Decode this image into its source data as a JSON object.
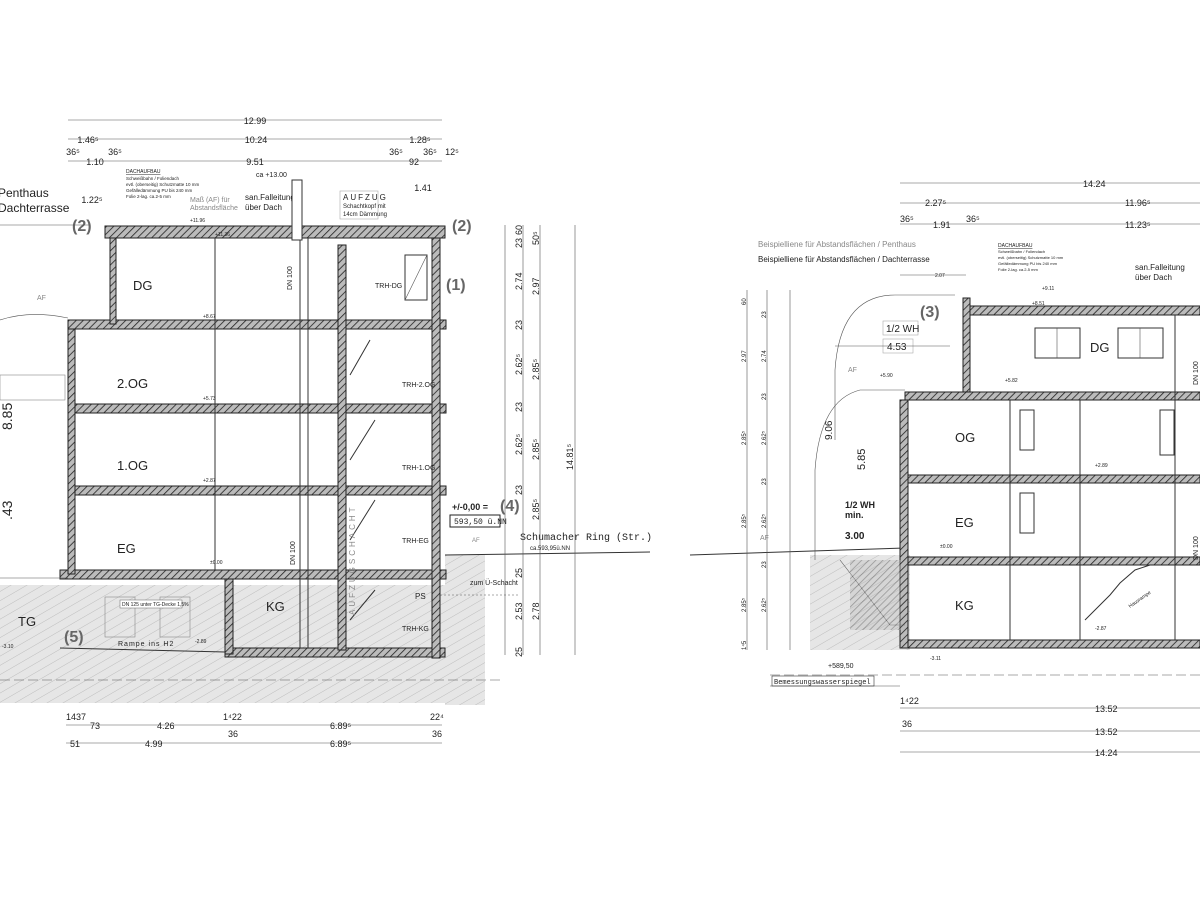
{
  "left_section": {
    "dims_top": [
      "12.99",
      "1.46⁵",
      "10.24",
      "1.28⁵",
      "36⁵",
      "1.10",
      "36⁵",
      "9.51",
      "36⁵",
      "92",
      "36⁵",
      "12⁵",
      "1.22⁵",
      "1.41"
    ],
    "labels": {
      "penthaus": "Penthaus",
      "dachterrasse": "Dachterrasse",
      "dachaufbau": "DACHAUFBAU",
      "dachaufbau_lines": [
        "Schweißbahn / Foliendach",
        "evtl. (oberseitig) Schutzmatte 10 mm",
        "Gefälledämmung PU bis 240 mm",
        "Folie 2-lag. ca.2-5 mm"
      ],
      "mass_af": "Maß (AF) für",
      "abstandsflaeche": "Abstandsfläche",
      "falleitung_1": "san.Falleitung",
      "falleitung_2": "über Dach",
      "ca_13": "ca +13.00",
      "aufzug": "AUFZUG",
      "schachtkopf_1": "Schachtkopf mit",
      "schachtkopf_2": "14cm Dämmung",
      "marker_2": "(2)",
      "marker_1": "(1)",
      "marker_4": "(4)",
      "marker_5": "(5)",
      "plus_minus": "+/-0,00 =",
      "nn": "593,50 ü.NN",
      "street": "Schumacher Ring (Str.)",
      "street_nn": "ca.593,95ü.NN",
      "zum_schacht": "zum Ü-Schacht",
      "aufzugschacht": "AUFZUGSCHACHT",
      "dn100": "DN 100",
      "dn125": "DN 125 unter TG-Decke 1,5%",
      "rampe": "Rampe ins H2",
      "ps": "PS",
      "af": "AF",
      "h885": "8.85",
      "h43": ".43"
    },
    "rooms": [
      "DG",
      "2.OG",
      "1.OG",
      "EG",
      "KG",
      "TG"
    ],
    "stairs": [
      "TRH-DG",
      "TRH-2.OG",
      "TRH-1.OG",
      "TRH-EG",
      "TRH-KG"
    ],
    "levels": [
      "+11.96",
      "+11.36",
      "+8.67",
      "+5.73",
      "+2.87",
      "±0.00",
      "-2.89",
      "-3.10"
    ],
    "dims_right": [
      "60",
      "23",
      "2.74",
      "23",
      "2.62⁵",
      "23",
      "2.62⁵",
      "23",
      "25",
      "2.53",
      "25",
      "2.97",
      "2.85⁵",
      "2.85⁵",
      "2.85⁵",
      "2.78",
      "14.81⁵",
      "50⁵"
    ],
    "dims_bottom": [
      "1437",
      "73",
      "4.26",
      "1⁴22",
      "6.89⁵",
      "22⁴",
      "51",
      "4.99",
      "36",
      "6.89⁵",
      "36"
    ]
  },
  "right_section": {
    "dims_top": [
      "14.24",
      "2.27⁵",
      "11.96⁵",
      "36⁵",
      "1.91",
      "36⁵",
      "11.23⁵",
      "2.07"
    ],
    "labels": {
      "beispiel_penthaus": "Beispielliene für Abstandsflächen / Penthaus",
      "beispiel_dachterrasse": "Beispielliene für Abstandsflächen / Dachterrasse",
      "dachaufbau": "DACHAUFBAU",
      "dachaufbau_lines": [
        "Schweißbahn / Foliendach",
        "evtl. (oberseitig) Schutzmatte 10 mm",
        "Gefälledämmung PU bis 240 mm",
        "Folie 2-lag. ca.2-5 mm"
      ],
      "falleitung_1": "san.Falleitung",
      "falleitung_2": "über Dach",
      "marker_3": "(3)",
      "half_wh": "1/2 WH",
      "w453": "4.53",
      "h906": "9.06",
      "h585": "5.85",
      "half_wh_min_1": "1/2 WH",
      "half_wh_min_2": "min.",
      "w300": "3.00",
      "af": "AF",
      "dn100": "DN 100",
      "hausrampe": "Hausrampe",
      "bemessung": "Bemessungswasserspiegel",
      "nn_wasser": "+589,50"
    },
    "rooms": [
      "DG",
      "OG",
      "EG",
      "KG"
    ],
    "levels": [
      "+9.11",
      "+8.51",
      "+5.90",
      "+5.82",
      "+2.89",
      "±0.00",
      "-2.87",
      "-3.11"
    ],
    "dims_left": [
      "60",
      "23",
      "2.97",
      "2.74",
      "23",
      "2.85⁵",
      "2.62⁵",
      "23",
      "2.85⁵",
      "2.62⁵",
      "23",
      "2.85⁵",
      "2.62⁵",
      "1⁴5"
    ],
    "dims_bottom": [
      "1⁴22",
      "36",
      "13.52",
      "13.52",
      "14.24"
    ]
  }
}
